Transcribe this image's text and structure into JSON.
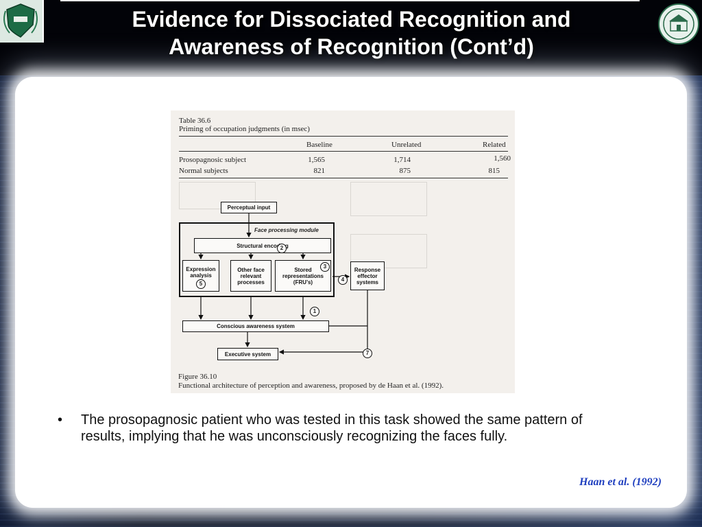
{
  "slide": {
    "title_line1": "Evidence for Dissociated Recognition and",
    "title_line2": "Awareness of Recognition (Cont’d)",
    "bullet_marker": "•",
    "bullet_text": "The prosopagnosic patient who was tested in this task showed the same pattern of results, implying that he was unconsciously recognizing the faces fully.",
    "reference": "Haan et al. (1992)"
  },
  "table": {
    "caption_number": "Table 36.6",
    "caption_title": "Priming of occupation judgments (in msec)",
    "columns": [
      "Baseline",
      "Unrelated",
      "Related"
    ],
    "rows": [
      {
        "label": "Prosopagnosic subject",
        "values": [
          "1,565",
          "1,714",
          "1,560"
        ]
      },
      {
        "label": "Normal subjects",
        "values": [
          "821",
          "875",
          "815"
        ]
      }
    ]
  },
  "figure": {
    "blocks": {
      "perceptual_input": "Perceptual input",
      "module_label": "Face processing module",
      "structural_encoding": "Structural encoding",
      "expression_analysis": "Expression analysis",
      "other_face": "Other face relevant processes",
      "stored_representations": "Stored representations (FRU’s)",
      "response_effector": "Response effector systems",
      "conscious_awareness": "Conscious awareness system",
      "executive_system": "Executive system"
    },
    "markers": [
      "1",
      "2",
      "3",
      "4",
      "5",
      "7"
    ],
    "caption_number": "Figure 36.10",
    "caption_text": "Functional architecture of perception and awareness, proposed by de Haan et al. (1992)."
  }
}
